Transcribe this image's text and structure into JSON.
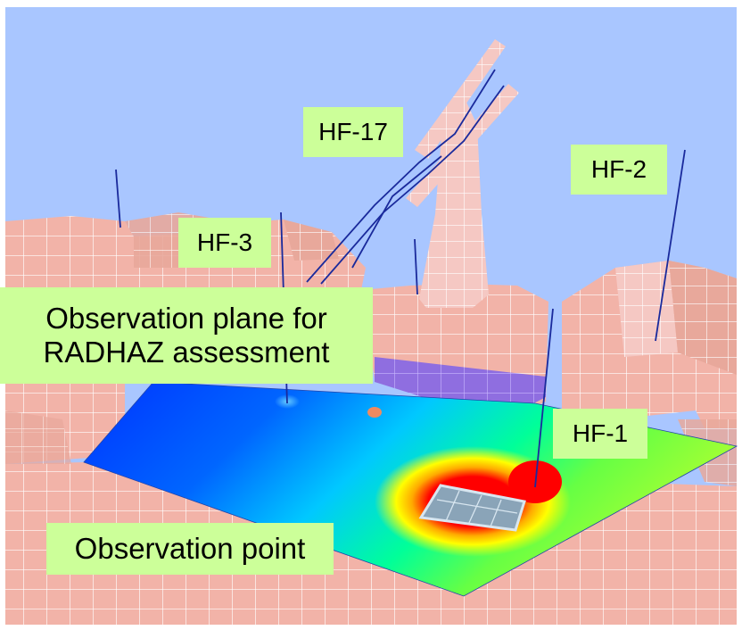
{
  "labels": {
    "hf17": "HF-17",
    "hf2": "HF-2",
    "hf3": "HF-3",
    "hf1": "HF-1",
    "plane_line1": "Observation plane for",
    "plane_line2": "RADHAZ assessment",
    "point": "Observation point"
  },
  "colors": {
    "sky": "#a9c6ff",
    "structure": "#f2b3a8",
    "mesh_lines": "#ffffff",
    "antenna": "#1a2a9c",
    "label_bg": "#ccff99",
    "observation_point": "#f08a60"
  }
}
